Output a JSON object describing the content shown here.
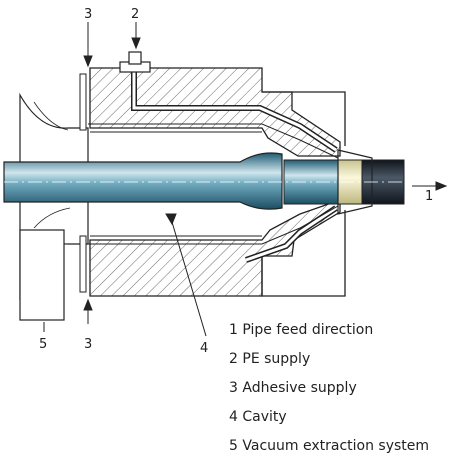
{
  "callouts": {
    "n1": "1",
    "n2": "2",
    "n3_top": "3",
    "n3_bottom": "3",
    "n4": "4",
    "n5": "5"
  },
  "legend": [
    {
      "number": "1",
      "text": "Pipe feed direction"
    },
    {
      "number": "2",
      "text": "PE supply"
    },
    {
      "number": "3",
      "text": "Adhesive supply"
    },
    {
      "number": "4",
      "text": "Cavity"
    },
    {
      "number": "5",
      "text": "Vacuum extraction system"
    }
  ],
  "colors": {
    "pipe": "#35809a",
    "pipe_highlight": "#cfe6ee",
    "coating_tip": "#f3eec2",
    "coating": "#222a33",
    "metal": "#ffffff",
    "stroke": "#222222"
  }
}
